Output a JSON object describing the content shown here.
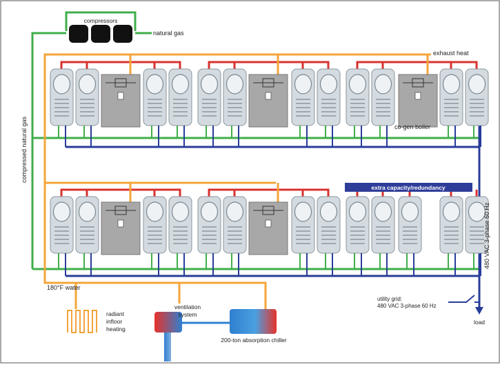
{
  "labels": {
    "compressors": "compressors",
    "natural_gas": "natural gas",
    "compressed_natural_gas": "compressed natural gas",
    "exhaust_heat": "exhaust heat",
    "cogen_boiler": "co-gen boiler",
    "extra_capacity": "extra capacity/redundancy",
    "vac_side": "480 VAC 3-phase 60 Hz",
    "water_180": "180°F water",
    "radiant_line1": "radiant",
    "radiant_line2": "infloor",
    "radiant_line3": "heating",
    "ventilation_line1": "ventilation",
    "ventilation_line2": "system",
    "absorption_chiller": "200-ton absorption chiller",
    "utility_line1": "utility grid:",
    "utility_line2": "480 VAC 3-phase 60 Hz",
    "load": "load"
  },
  "colors": {
    "green_line": "#3fae49",
    "orange_line": "#f5a43a",
    "red_line": "#d8322f",
    "blue_line": "#283c9a",
    "extra_box": "#2e3d99",
    "compressor": "#111111",
    "turbine_body": "#d4dbe0",
    "boiler_body": "#a8a8a8"
  },
  "rows": [
    [
      "turbine",
      "turbine",
      "boiler",
      "turbine",
      "turbine",
      "turbine",
      "turbine",
      "boiler",
      "turbine",
      "turbine",
      "turbine",
      "turbine",
      "boiler",
      "turbine",
      "turbine"
    ],
    [
      "turbine",
      "turbine",
      "boiler",
      "turbine",
      "turbine",
      "turbine",
      "turbine",
      "boiler",
      "turbine",
      "turbine",
      "turbine",
      "turbine",
      "turbine",
      "turbine",
      "turbine"
    ]
  ]
}
